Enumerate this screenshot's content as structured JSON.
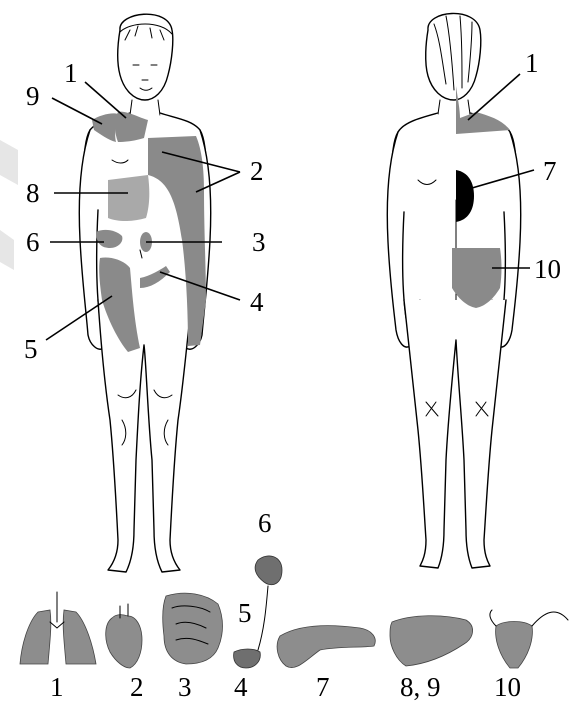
{
  "colors": {
    "zone_fill": "#8a8a8a",
    "zone_light": "#a9a9a9",
    "zone_dark": "#000000",
    "outline": "#000000",
    "organ": "#8d8d8d"
  },
  "front_labels": [
    "1",
    "9",
    "2",
    "8",
    "6",
    "3",
    "4",
    "5"
  ],
  "back_labels": [
    "1",
    "7",
    "10"
  ],
  "organ_labels": {
    "lungs": "1",
    "heart": "2",
    "intestine": "3",
    "kidney_top": "6",
    "ureter": "5",
    "bladder": "4",
    "pancreas": "7",
    "liver": "8, 9",
    "uterus": "10"
  }
}
